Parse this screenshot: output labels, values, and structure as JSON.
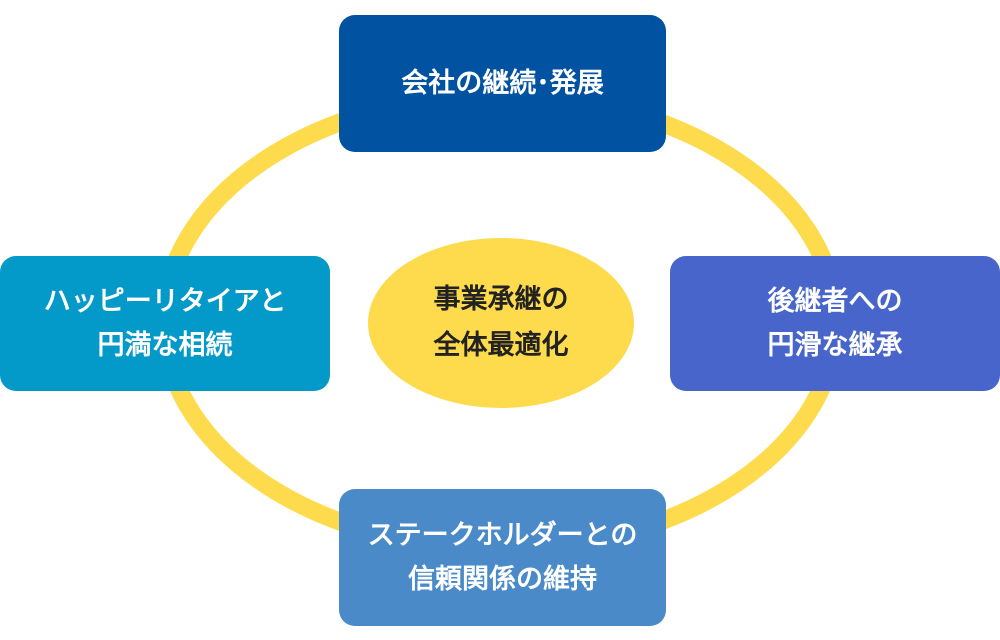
{
  "diagram": {
    "center": {
      "line1": "事業承継の",
      "line2": "全体最適化",
      "color": "#fddb4d"
    },
    "ring_color": "#fddb4d",
    "nodes": {
      "top": {
        "line1": "会社の継続･発展",
        "color": "#0153a2"
      },
      "left": {
        "line1": "ハッピーリタイアと",
        "line2": "円満な相続",
        "color": "#0399c9"
      },
      "right": {
        "line1": "後継者への",
        "line2": "円滑な継承",
        "color": "#4865cb"
      },
      "bottom": {
        "line1": "ステークホルダーとの",
        "line2": "信頼関係の維持",
        "color": "#4a8ac8"
      }
    }
  }
}
